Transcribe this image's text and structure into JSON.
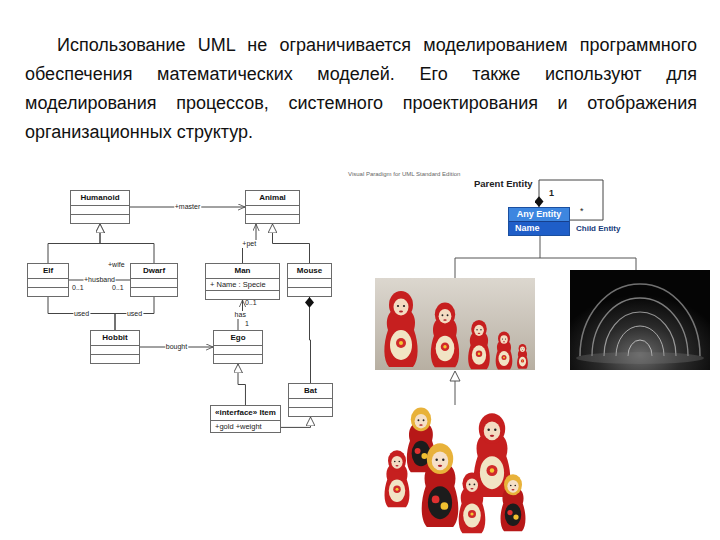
{
  "diagram": {
    "nodes": [
      {
        "text": [
          "Humanoid"
        ]
      },
      {
        "text": [
          "Animal"
        ]
      },
      {
        "text": [
          "Elf"
        ]
      },
      {
        "text": [
          "Dwarf"
        ]
      },
      {
        "text": [
          "Man",
          "+ Name : Specie"
        ]
      },
      {
        "text": [
          "Mouse"
        ]
      },
      {
        "text": [
          "Hobbit"
        ]
      },
      {
        "text": [
          "Ego"
        ]
      },
      {
        "text": [
          "Bat"
        ]
      },
      {
        "text": [
          "«interface» Item",
          "+gold +weight"
        ]
      },
      {
        "text": [
          "Any Entity",
          "Name"
        ]
      }
    ],
    "edges": [
      {
        "from": 2,
        "to": 0,
        "arrow": "to"
      },
      {
        "from": 3,
        "to": 0,
        "arrow": "to"
      },
      {
        "from": 0,
        "to": 1,
        "label": "+master",
        "arrow": "to"
      },
      {
        "from": 4,
        "to": 1,
        "label": "+pet",
        "arrow": "to"
      },
      {
        "from": 5,
        "to": 1,
        "arrow": "to"
      },
      {
        "from": 2,
        "to": 3,
        "label": "+husband",
        "arrow": "none"
      },
      {
        "from": 6,
        "to": 2,
        "label": "used",
        "arrow": "none"
      },
      {
        "from": 6,
        "to": 3,
        "label": "used",
        "arrow": "none"
      },
      {
        "from": 6,
        "to": 7,
        "label": "bought",
        "arrow": "to"
      },
      {
        "from": 7,
        "to": 4,
        "label": "has",
        "arrow": "to"
      },
      {
        "from": 8,
        "to": 5,
        "arrow": "to"
      },
      {
        "from": 9,
        "to": 8,
        "arrow": "to"
      },
      {
        "from": 9,
        "to": 7,
        "arrow": "to"
      },
      {
        "from": 10,
        "to": 10,
        "arrow": "to"
      }
    ],
    "labels": [
      "Использование UML не ограничивается моделированием программного обеспечения математических моделей. Его также используют для моделирования процессов, системного проектирования и отображения организационных структур.",
      "Visual Paradigm for UML Standard Edition",
      "Parent Entity",
      "1",
      "*",
      "Child Entity",
      "+wife",
      "0..1",
      "0..1",
      "1",
      "0..1"
    ]
  }
}
